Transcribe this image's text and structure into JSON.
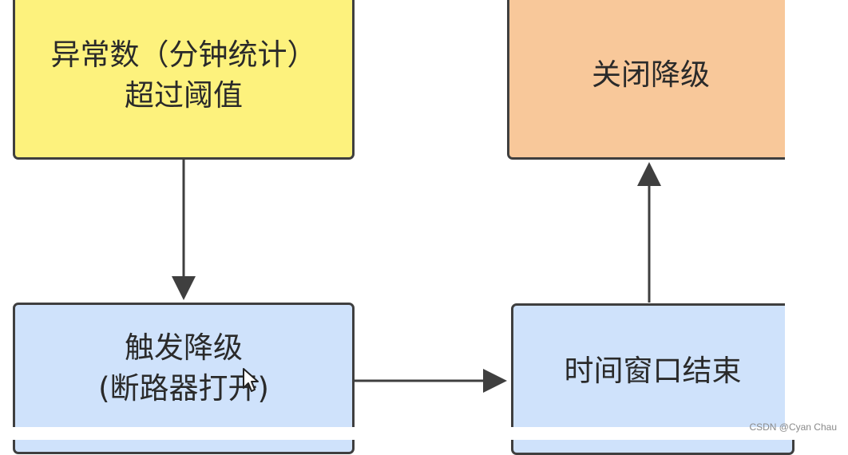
{
  "colors": {
    "anomaly_fill": "#fdf27d",
    "close_fill": "#f8c89a",
    "trigger_fill": "#cfe2fb",
    "window_fill": "#cfe2fb",
    "stroke": "#3f3f3f"
  },
  "nodes": {
    "anomaly": {
      "line1": "异常数（分钟统计）",
      "line2": "超过阈值"
    },
    "close": {
      "line1": "关闭降级"
    },
    "trigger": {
      "line1": "触发降级",
      "line2": "(断路器打开)"
    },
    "window": {
      "line1": "时间窗口结束"
    }
  },
  "watermark": "CSDN @Cyan Chau",
  "cursor_icon": "mouse-pointer-icon"
}
